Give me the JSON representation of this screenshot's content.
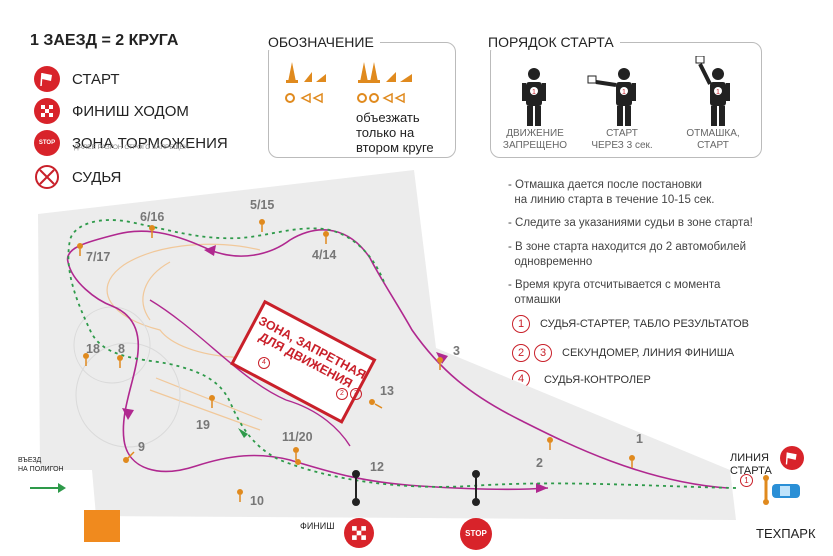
{
  "header": {
    "title": "1 ЗАЕЗД = 2 КРУГА"
  },
  "legend": {
    "start": "СТАРТ",
    "finish": "ФИНИШ ХОДОМ",
    "braking": "ЗОНА ТОРМОЖЕНИЯ",
    "braking_note": "ДАЛЕЕ РАЗГОН СТРОГО ЗАПРЕЩЕН",
    "judge": "СУДЬЯ",
    "stop_icon_text": "STOP"
  },
  "designation": {
    "title": "ОБОЗНАЧЕНИЕ",
    "note": "объезжать\nтолько на\nвтором круге"
  },
  "start_order": {
    "title": "ПОРЯДОК СТАРТА",
    "steps": [
      {
        "caption": "ДВИЖЕНИЕ\nЗАПРЕЩЕНО"
      },
      {
        "caption": "СТАРТ\nЧЕРЕЗ 3 сек."
      },
      {
        "caption": "ОТМАШКА,\nСТАРТ"
      }
    ],
    "badge": "1"
  },
  "rules": [
    "- Отмашка дается после постановки\n  на линию старта в течение 10-15 сек.",
    "- Следите за указаниями судьи в зоне старта!",
    "- В зоне старта находится до 2 автомобилей\n  одновременно",
    "- Время круга отсчитывается с момента\n  отмашки"
  ],
  "roles": [
    {
      "badges": [
        "1"
      ],
      "label": "СУДЬЯ-СТАРТЕР, ТАБЛО РЕЗУЛЬТАТОВ"
    },
    {
      "badges": [
        "2",
        "3"
      ],
      "label": "СЕКУНДОМЕР, ЛИНИЯ ФИНИША"
    },
    {
      "badges": [
        "4"
      ],
      "label": "СУДЬЯ-КОНТРОЛЕР"
    }
  ],
  "map": {
    "forbidden_zone": "ЗОНА, ЗАПРЕТНАЯ\nДЛЯ ДВИЖЕНИЯ",
    "forbidden_badges": [
      "4",
      "2",
      "3"
    ],
    "entry": "ВЪЕЗД\nНА ПОЛИГОН",
    "start_line": "ЛИНИЯ\nСТАРТА",
    "start_badge": "1",
    "techpark": "ТЕХПАРК",
    "finish_label": "ФИНИШ",
    "stop_text": "STOP",
    "points": {
      "p1": "1",
      "p2": "2",
      "p3": "3",
      "p4": "4/14",
      "p5": "5/15",
      "p6": "6/16",
      "p7": "7/17",
      "p8": "8",
      "p9": "9",
      "p10": "10",
      "p11": "11/20",
      "p12": "12",
      "p13": "13",
      "p18": "18",
      "p19": "19"
    }
  },
  "colors": {
    "red": "#c9202a",
    "orange": "#e08a1e",
    "track_purple": "#b0288f",
    "track_green": "#2e9a4a",
    "ground": "#ececec"
  }
}
